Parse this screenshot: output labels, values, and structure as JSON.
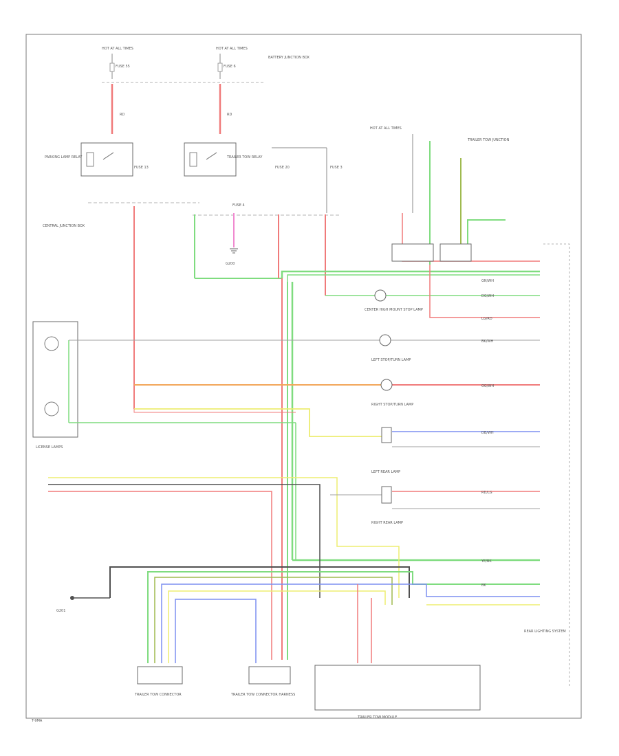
{
  "page": {
    "code": "T-9MA"
  },
  "labels": {
    "hot_all_times_1": "HOT AT ALL TIMES",
    "hot_all_times_2": "HOT AT ALL TIMES",
    "hot_all_times_3": "HOT AT ALL TIMES",
    "fuse_1": "FUSE 55",
    "fuse_2": "FUSE 6",
    "fuse_r1": "FUSE 13",
    "fuse_r2": "FUSE 20",
    "fuse_3": "FUSE 3",
    "fuse_tail": "FUSE 4",
    "battery_junction": "BATTERY JUNCTION BOX",
    "relay_1": "PARKING LAMP RELAY",
    "relay_2": "TRAILER TOW RELAY",
    "central_junction": "CENTRAL JUNCTION BOX",
    "license_lamp": "LICENSE LAMPS",
    "trailer_tow_jb": "TRAILER TOW JUNCTION",
    "left_stop_lamp": "LEFT STOP/TURN LAMP",
    "right_stop_lamp": "RIGHT STOP/TURN LAMP",
    "center_stop_lamp": "CENTER HIGH MOUNT STOP LAMP",
    "left_rear_lamp": "LEFT REAR LAMP",
    "right_rear_lamp": "RIGHT REAR LAMP",
    "g200": "G200",
    "g201": "G201",
    "connector_c1": "TRAILER TOW CONNECTOR",
    "connector_c2": "TRAILER TOW CONNECTOR HARNESS",
    "module": "TRAILER TOW MODULE",
    "right_side_note": "REAR LIGHTING SYSTEM",
    "wire_label_1": "BK/WH",
    "wire_label_2": "GN/WH",
    "wire_label_3": "DG/WH",
    "wire_label_4": "LG/RD",
    "wire_label_5": "DB/WH",
    "wire_label_6": "OG/WH",
    "wire_label_7": "BK",
    "wire_label_8": "YE/BK",
    "wire_label_9": "RD",
    "wire_label_10": "RD/LG"
  },
  "colors": {
    "red": "#f07a7a",
    "green": "#7fdc7f",
    "orange": "#f2a65a",
    "yellow": "#eded70",
    "blue": "#7d8ff0",
    "pink": "#f08ad0",
    "black": "#505050",
    "gray": "#a0a0a0",
    "olive": "#9fba4f"
  },
  "icons": {
    "ground": "ground-symbol-icon",
    "relay_coil": "relay-coil-icon",
    "bulb": "bulb-icon",
    "connector": "connector-icon"
  }
}
